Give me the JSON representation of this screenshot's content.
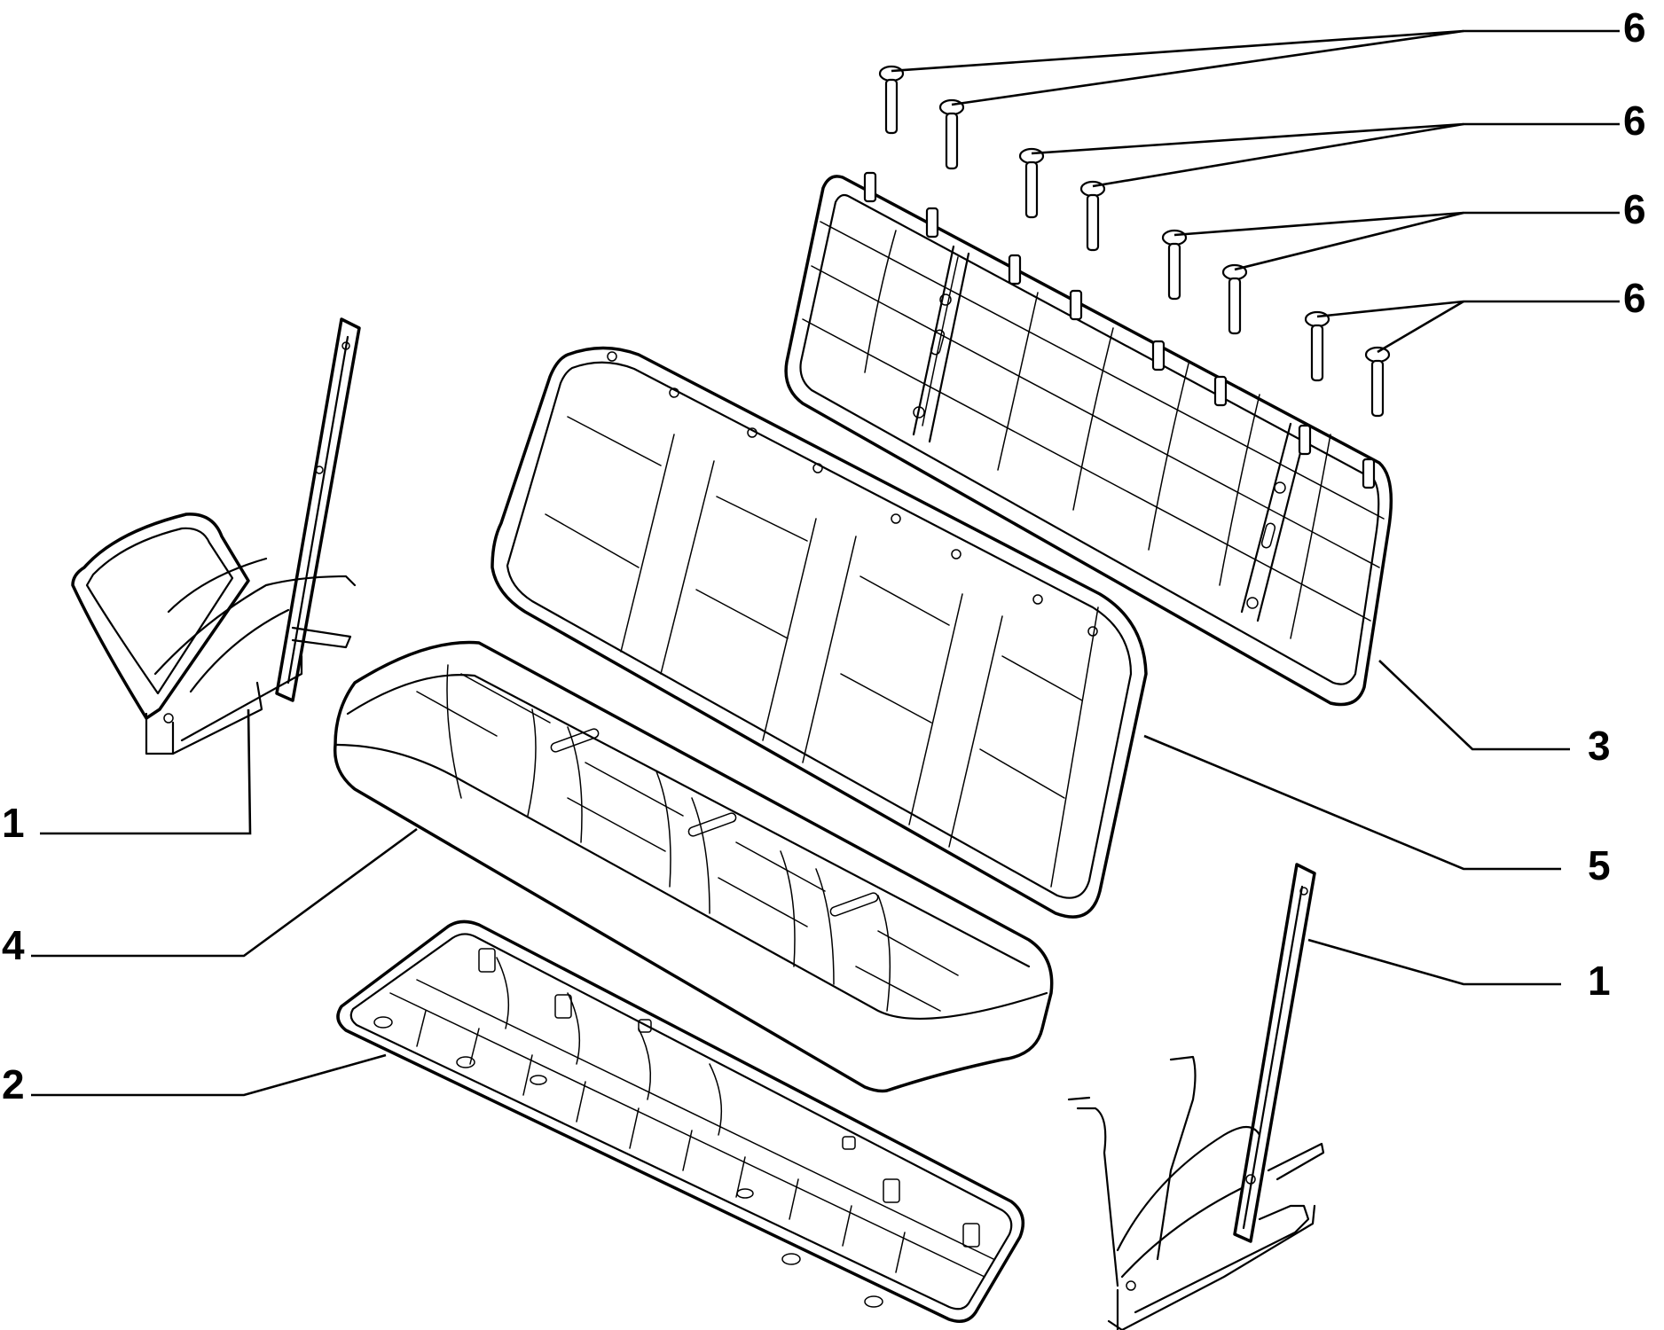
{
  "callouts": {
    "frame_left": "1",
    "frame_right": "1",
    "seat_base_pan": "2",
    "backrest_frame": "3",
    "seat_cushion": "4",
    "backrest_cushion": "5",
    "pin_row1": "6",
    "pin_row2": "6",
    "pin_row3": "6",
    "pin_row4": "6"
  }
}
